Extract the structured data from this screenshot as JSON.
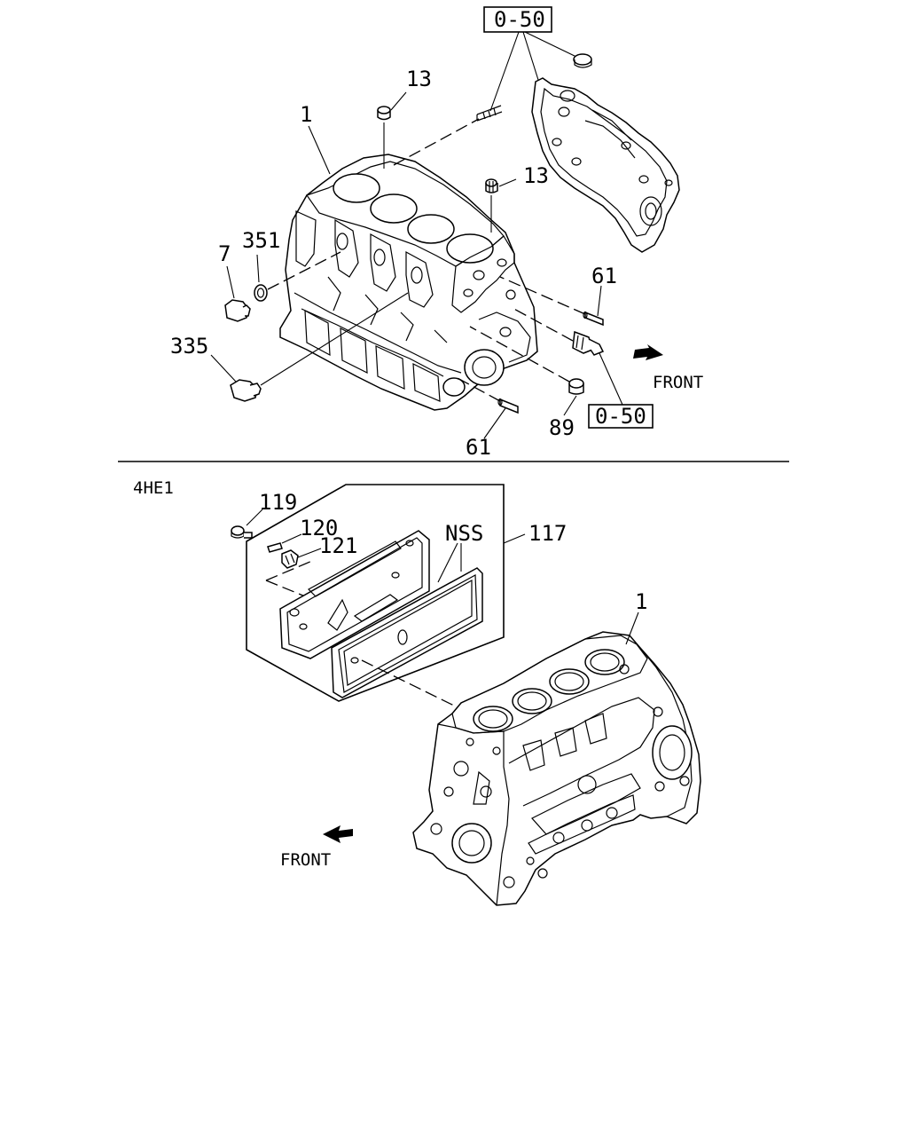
{
  "diagram": {
    "top": {
      "callouts": {
        "c1": "1",
        "c13a": "13",
        "c13b": "13",
        "c351": "351",
        "c7": "7",
        "c335": "335",
        "c61a": "61",
        "c61b": "61",
        "c89": "89"
      },
      "ref_boxes": {
        "ref_top": "0-50",
        "ref_bottom": "0-50"
      },
      "front_label": "FRONT"
    },
    "bottom": {
      "variant_label": "4HE1",
      "callouts": {
        "c119": "119",
        "c120": "120",
        "c121": "121",
        "cNSS": "NSS",
        "c117": "117",
        "c1": "1"
      },
      "front_label": "FRONT"
    }
  }
}
